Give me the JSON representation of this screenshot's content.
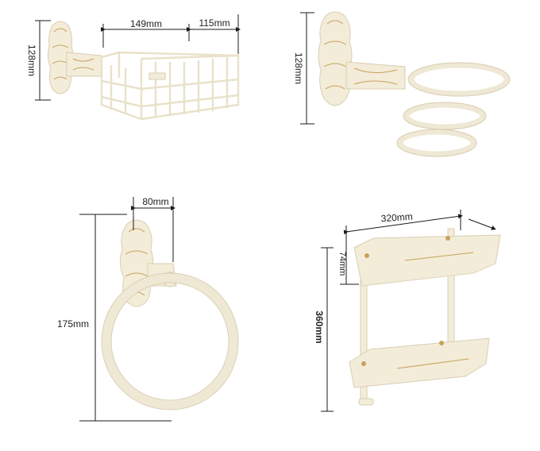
{
  "products": {
    "soap_basket": {
      "width_label": "149mm",
      "depth_label": "115mm",
      "height_label": "128mm"
    },
    "hair_dryer_holder": {
      "height_label": "128mm"
    },
    "towel_ring": {
      "depth_label": "80mm",
      "height_label": "175mm"
    },
    "double_shelf": {
      "width_label": "320mm",
      "gap_label": "74mm",
      "height_label": "360mm"
    }
  },
  "colors": {
    "product": "#f3ecd9",
    "accent": "#c8a25a",
    "dimension_line": "#1a1a1a"
  }
}
